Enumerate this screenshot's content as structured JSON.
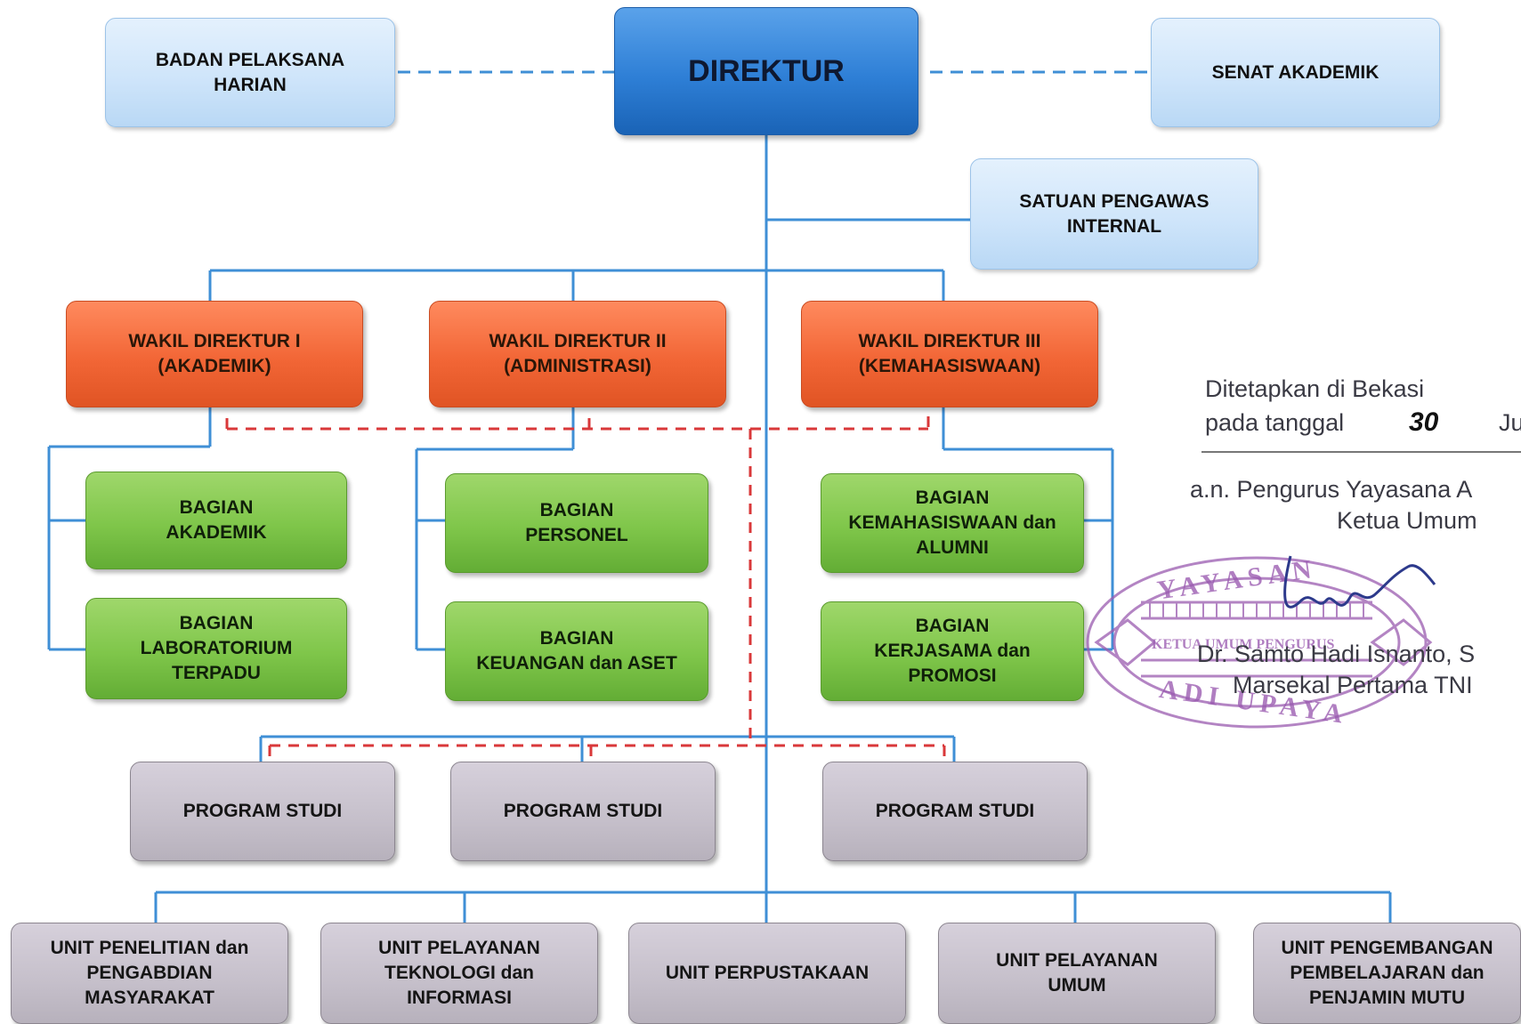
{
  "top": {
    "direktur": "DIREKTUR",
    "badan_pelaksana": "BADAN PELAKSANA\nHARIAN",
    "senat": "SENAT AKADEMIK",
    "satuan_pengawas": "SATUAN PENGAWAS\nINTERNAL"
  },
  "wakil": [
    "WAKIL DIREKTUR I\n(AKADEMIK)",
    "WAKIL DIREKTUR II\n(ADMINISTRASI)",
    "WAKIL DIREKTUR III\n(KEMAHASISWAAN)"
  ],
  "bagian": {
    "akademik": "BAGIAN\nAKADEMIK",
    "laboratorium": "BAGIAN\nLABORATORIUM\nTERPADU",
    "personel": "BAGIAN\nPERSONEL",
    "keuangan": "BAGIAN\nKEUANGAN dan ASET",
    "kemahasiswaan": "BAGIAN\nKEMAHASISWAAN dan\nALUMNI",
    "kerjasama": "BAGIAN\nKERJASAMA dan\nPROMOSI"
  },
  "program_studi": [
    "PROGRAM STUDI",
    "PROGRAM STUDI",
    "PROGRAM STUDI"
  ],
  "units": [
    "UNIT PENELITIAN dan\nPENGABDIAN\nMASYARAKAT",
    "UNIT PELAYANAN\nTEKNOLOGI dan\nINFORMASI",
    "UNIT PERPUSTAKAAN",
    "UNIT PELAYANAN\nUMUM",
    "UNIT PENGEMBANGAN\nPEMBELAJARAN dan\nPENJAMIN MUTU"
  ],
  "signature": {
    "place_line": "Ditetapkan di Bekasi",
    "date_label": "pada tanggal",
    "date_day": "30",
    "date_month_partial": "Ju",
    "on_behalf": "a.n. Pengurus Yayasana A",
    "role": "Ketua Umum",
    "name": "Dr. Samto Hadi Isnanto, S",
    "rank": "Marsekal Pertama TNI"
  },
  "stamp": {
    "top_text": "YAYASAN",
    "middle_text": "KETUA UMUM PENGURUS",
    "bottom_text": "ADI UPAYA"
  },
  "colors": {
    "solid_line": "#3f8fd6",
    "dashed_blue": "#3f8fd6",
    "dashed_red": "#d9383a",
    "stamp": "#9a5bb0"
  }
}
